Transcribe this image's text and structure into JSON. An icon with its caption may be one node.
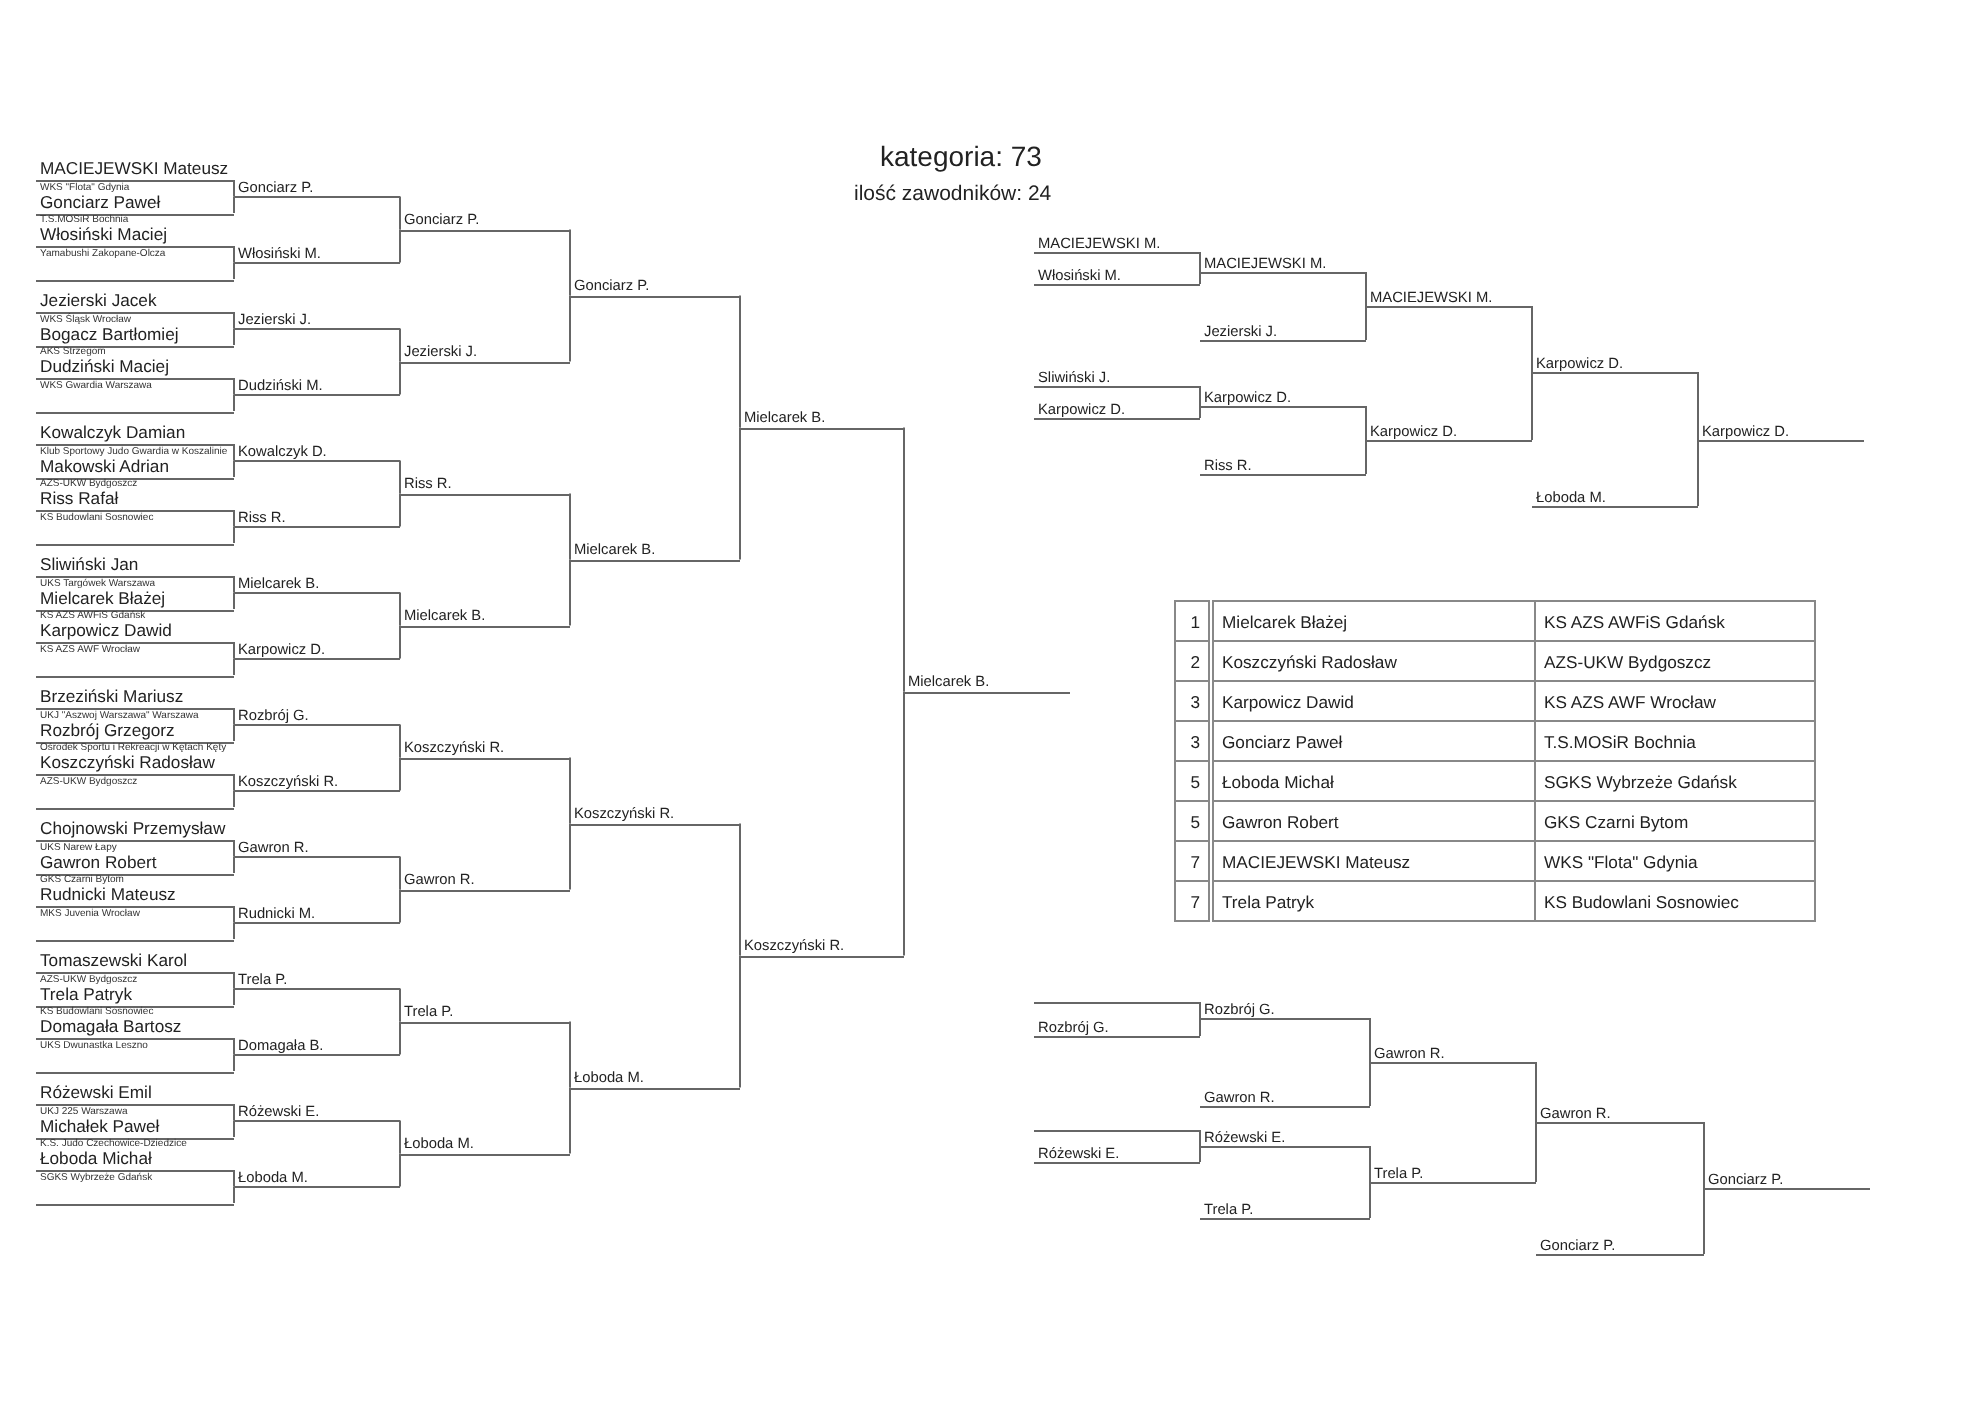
{
  "diagram": {
    "title": "kategoria: 73",
    "nodes": [
      {
        "text": [
          "MACIEJEWSKI Mateusz"
        ],
        "beside": [
          "WKS \"Flota\" Gdynia"
        ]
      },
      {
        "text": [
          "Gonciarz Paweł"
        ],
        "beside": [
          "T.S.MOSiR Bochnia"
        ]
      },
      {
        "text": [
          "Włosiński Maciej"
        ],
        "beside": [
          "Yamabushi Zakopane-Olcza"
        ]
      },
      {
        "text": [
          "Jezierski Jacek"
        ],
        "beside": [
          "WKS Śląsk Wrocław"
        ]
      },
      {
        "text": [
          "Bogacz Bartłomiej"
        ],
        "beside": [
          "AKS Strzegom"
        ]
      },
      {
        "text": [
          "Dudziński Maciej"
        ],
        "beside": [
          "WKS Gwardia Warszawa"
        ]
      },
      {
        "text": [
          "Kowalczyk Damian"
        ],
        "beside": [
          "Klub Sportowy Judo Gwardia w Koszalinie"
        ]
      },
      {
        "text": [
          "Makowski Adrian"
        ],
        "beside": [
          "AZS-UKW Bydgoszcz"
        ]
      },
      {
        "text": [
          "Riss Rafał"
        ],
        "beside": [
          "KS Budowlani Sosnowiec"
        ]
      },
      {
        "text": [
          "Sliwiński Jan"
        ],
        "beside": [
          "UKS Targówek Warszawa"
        ]
      },
      {
        "text": [
          "Mielcarek Błażej"
        ],
        "beside": [
          "KS AZS AWFiS Gdańsk"
        ]
      },
      {
        "text": [
          "Karpowicz Dawid"
        ],
        "beside": [
          "KS AZS AWF Wrocław"
        ]
      },
      {
        "text": [
          "Brzeziński Mariusz"
        ],
        "beside": [
          "UKJ \"Aszwoj Warszawa\" Warszawa"
        ]
      },
      {
        "text": [
          "Rozbrój Grzegorz"
        ],
        "beside": [
          "Ośrodek Sportu i Rekreacji w Kętach Kęty"
        ]
      },
      {
        "text": [
          "Koszczyński Radosław"
        ],
        "beside": [
          "AZS-UKW Bydgoszcz"
        ]
      },
      {
        "text": [
          "Chojnowski Przemysław"
        ],
        "beside": [
          "UKS Narew Łapy"
        ]
      },
      {
        "text": [
          "Gawron Robert"
        ],
        "beside": [
          "GKS Czarni Bytom"
        ]
      },
      {
        "text": [
          "Rudnicki Mateusz"
        ],
        "beside": [
          "MKS Juvenia Wrocław"
        ]
      },
      {
        "text": [
          "Tomaszewski Karol"
        ],
        "beside": [
          "AZS-UKW Bydgoszcz"
        ]
      },
      {
        "text": [
          "Trela Patryk"
        ],
        "beside": [
          "KS Budowlani Sosnowiec"
        ]
      },
      {
        "text": [
          "Domagała Bartosz"
        ],
        "beside": [
          "UKS Dwunastka Leszno"
        ]
      },
      {
        "text": [
          "Różewski Emil"
        ],
        "beside": [
          "UKJ 225 Warszawa"
        ]
      },
      {
        "text": [
          "Michałek Paweł"
        ],
        "beside": [
          "K.S. Judo Czechowice-Dziedzice"
        ]
      },
      {
        "text": [
          "Łoboda Michał"
        ],
        "beside": [
          "SGKS Wybrzeże Gdańsk"
        ]
      },
      {
        "text": [
          "Gonciarz P."
        ]
      },
      {
        "text": [
          "Włosiński M."
        ]
      },
      {
        "text": [
          "Jezierski J."
        ]
      },
      {
        "text": [
          "Dudziński M."
        ]
      },
      {
        "text": [
          "Kowalczyk D."
        ]
      },
      {
        "text": [
          "Riss R."
        ]
      },
      {
        "text": [
          "Mielcarek B."
        ]
      },
      {
        "text": [
          "Karpowicz D."
        ]
      },
      {
        "text": [
          "Rozbrój G."
        ]
      },
      {
        "text": [
          "Koszczyński R."
        ]
      },
      {
        "text": [
          "Gawron R."
        ]
      },
      {
        "text": [
          "Rudnicki M."
        ]
      },
      {
        "text": [
          "Trela P."
        ]
      },
      {
        "text": [
          "Domagała B."
        ]
      },
      {
        "text": [
          "Różewski E."
        ]
      },
      {
        "text": [
          "Łoboda M."
        ]
      },
      {
        "text": [
          "Gonciarz P."
        ]
      },
      {
        "text": [
          "Jezierski J."
        ]
      },
      {
        "text": [
          "Riss R."
        ]
      },
      {
        "text": [
          "Mielcarek B."
        ]
      },
      {
        "text": [
          "Koszczyński R."
        ]
      },
      {
        "text": [
          "Gawron R."
        ]
      },
      {
        "text": [
          "Trela P."
        ]
      },
      {
        "text": [
          "Łoboda M."
        ]
      },
      {
        "text": [
          "Gonciarz P."
        ]
      },
      {
        "text": [
          "Mielcarek B."
        ]
      },
      {
        "text": [
          "Koszczyński R."
        ]
      },
      {
        "text": [
          "Łoboda M."
        ]
      },
      {
        "text": [
          "Mielcarek B."
        ]
      },
      {
        "text": [
          "Koszczyński R."
        ]
      },
      {
        "text": [
          "Mielcarek B."
        ]
      },
      {
        "text": [
          "MACIEJEWSKI M."
        ]
      },
      {
        "text": [
          "Włosiński M."
        ]
      },
      {
        "text": [
          "MACIEJEWSKI M."
        ]
      },
      {
        "text": [
          "Jezierski J."
        ]
      },
      {
        "text": [
          "MACIEJEWSKI M."
        ]
      },
      {
        "text": [
          "Sliwiński J."
        ]
      },
      {
        "text": [
          "Karpowicz D."
        ]
      },
      {
        "text": [
          "Karpowicz D."
        ]
      },
      {
        "text": [
          "Riss R."
        ]
      },
      {
        "text": [
          "Karpowicz D."
        ]
      },
      {
        "text": [
          "Karpowicz D."
        ]
      },
      {
        "text": [
          "Łoboda M."
        ]
      },
      {
        "text": [
          "Karpowicz D."
        ]
      },
      {
        "text": [
          "Rozbrój G."
        ]
      },
      {
        "text": [
          "Rozbrój G."
        ]
      },
      {
        "text": [
          "Gawron R."
        ]
      },
      {
        "text": [
          "Gawron R."
        ]
      },
      {
        "text": [
          "Różewski E."
        ]
      },
      {
        "text": [
          "Różewski E."
        ]
      },
      {
        "text": [
          "Trela P."
        ]
      },
      {
        "text": [
          "Trela P."
        ]
      },
      {
        "text": [
          "Gawron R."
        ]
      },
      {
        "text": [
          "Gonciarz P."
        ]
      },
      {
        "text": [
          "Gonciarz P."
        ]
      },
      {
        "text": [],
        "shape": "bar"
      },
      {
        "text": [],
        "shape": "bar"
      },
      {
        "text": [],
        "shape": "bar"
      },
      {
        "text": [],
        "shape": "bar"
      },
      {
        "text": [],
        "shape": "bar"
      },
      {
        "text": [],
        "shape": "bar"
      },
      {
        "text": [],
        "shape": "bar"
      },
      {
        "text": [],
        "shape": "bar"
      },
      {
        "text": [],
        "shape": "bar"
      },
      {
        "text": [],
        "shape": "bar"
      }
    ],
    "edges": [
      {
        "from": 0,
        "to": 24,
        "arrow": "none"
      },
      {
        "from": 1,
        "to": 24,
        "arrow": "none"
      },
      {
        "from": 2,
        "to": 25,
        "arrow": "none"
      },
      {
        "from": 3,
        "to": 26,
        "arrow": "none"
      },
      {
        "from": 4,
        "to": 26,
        "arrow": "none"
      },
      {
        "from": 5,
        "to": 27,
        "arrow": "none"
      },
      {
        "from": 6,
        "to": 28,
        "arrow": "none"
      },
      {
        "from": 7,
        "to": 28,
        "arrow": "none"
      },
      {
        "from": 8,
        "to": 29,
        "arrow": "none"
      },
      {
        "from": 9,
        "to": 30,
        "arrow": "none"
      },
      {
        "from": 10,
        "to": 30,
        "arrow": "none"
      },
      {
        "from": 11,
        "to": 31,
        "arrow": "none"
      },
      {
        "from": 12,
        "to": 32,
        "arrow": "none"
      },
      {
        "from": 13,
        "to": 32,
        "arrow": "none"
      },
      {
        "from": 14,
        "to": 33,
        "arrow": "none"
      },
      {
        "from": 15,
        "to": 34,
        "arrow": "none"
      },
      {
        "from": 16,
        "to": 34,
        "arrow": "none"
      },
      {
        "from": 17,
        "to": 35,
        "arrow": "none"
      },
      {
        "from": 18,
        "to": 36,
        "arrow": "none"
      },
      {
        "from": 19,
        "to": 36,
        "arrow": "none"
      },
      {
        "from": 20,
        "to": 37,
        "arrow": "none"
      },
      {
        "from": 21,
        "to": 38,
        "arrow": "none"
      },
      {
        "from": 22,
        "to": 38,
        "arrow": "none"
      },
      {
        "from": 23,
        "to": 39,
        "arrow": "none"
      },
      {
        "from": 24,
        "to": 40,
        "arrow": "none"
      },
      {
        "from": 25,
        "to": 40,
        "arrow": "none"
      },
      {
        "from": 26,
        "to": 41,
        "arrow": "none"
      },
      {
        "from": 27,
        "to": 41,
        "arrow": "none"
      },
      {
        "from": 28,
        "to": 42,
        "arrow": "none"
      },
      {
        "from": 29,
        "to": 42,
        "arrow": "none"
      },
      {
        "from": 30,
        "to": 43,
        "arrow": "none"
      },
      {
        "from": 31,
        "to": 43,
        "arrow": "none"
      },
      {
        "from": 32,
        "to": 44,
        "arrow": "none"
      },
      {
        "from": 33,
        "to": 44,
        "arrow": "none"
      },
      {
        "from": 34,
        "to": 45,
        "arrow": "none"
      },
      {
        "from": 35,
        "to": 45,
        "arrow": "none"
      },
      {
        "from": 36,
        "to": 46,
        "arrow": "none"
      },
      {
        "from": 37,
        "to": 46,
        "arrow": "none"
      },
      {
        "from": 38,
        "to": 47,
        "arrow": "none"
      },
      {
        "from": 39,
        "to": 47,
        "arrow": "none"
      },
      {
        "from": 40,
        "to": 48,
        "arrow": "none"
      },
      {
        "from": 41,
        "to": 48,
        "arrow": "none"
      },
      {
        "from": 42,
        "to": 49,
        "arrow": "none"
      },
      {
        "from": 43,
        "to": 49,
        "arrow": "none"
      },
      {
        "from": 44,
        "to": 50,
        "arrow": "none"
      },
      {
        "from": 45,
        "to": 50,
        "arrow": "none"
      },
      {
        "from": 46,
        "to": 51,
        "arrow": "none"
      },
      {
        "from": 47,
        "to": 51,
        "arrow": "none"
      },
      {
        "from": 48,
        "to": 52,
        "arrow": "none"
      },
      {
        "from": 49,
        "to": 52,
        "arrow": "none"
      },
      {
        "from": 50,
        "to": 53,
        "arrow": "none"
      },
      {
        "from": 51,
        "to": 53,
        "arrow": "none"
      },
      {
        "from": 52,
        "to": 54,
        "arrow": "none"
      },
      {
        "from": 53,
        "to": 54,
        "arrow": "none"
      },
      {
        "from": 55,
        "to": 57,
        "arrow": "none"
      },
      {
        "from": 56,
        "to": 57,
        "arrow": "none"
      },
      {
        "from": 57,
        "to": 59,
        "arrow": "none"
      },
      {
        "from": 58,
        "to": 59,
        "arrow": "none"
      },
      {
        "from": 60,
        "to": 62,
        "arrow": "none"
      },
      {
        "from": 61,
        "to": 62,
        "arrow": "none"
      },
      {
        "from": 62,
        "to": 64,
        "arrow": "none"
      },
      {
        "from": 63,
        "to": 64,
        "arrow": "none"
      },
      {
        "from": 59,
        "to": 65,
        "arrow": "none"
      },
      {
        "from": 64,
        "to": 65,
        "arrow": "none"
      },
      {
        "from": 65,
        "to": 67,
        "arrow": "none"
      },
      {
        "from": 66,
        "to": 67,
        "arrow": "none"
      },
      {
        "from": 68,
        "to": 69,
        "arrow": "none"
      },
      {
        "from": 69,
        "to": 71,
        "arrow": "none"
      },
      {
        "from": 70,
        "to": 71,
        "arrow": "none"
      },
      {
        "from": 72,
        "to": 73,
        "arrow": "none"
      },
      {
        "from": 73,
        "to": 75,
        "arrow": "none"
      },
      {
        "from": 74,
        "to": 75,
        "arrow": "none"
      },
      {
        "from": 71,
        "to": 76,
        "arrow": "none"
      },
      {
        "from": 75,
        "to": 76,
        "arrow": "none"
      },
      {
        "from": 76,
        "to": 78,
        "arrow": "none"
      },
      {
        "from": 77,
        "to": 78,
        "arrow": "none"
      },
      {
        "from": 79,
        "to": 25,
        "arrow": "none"
      },
      {
        "from": 80,
        "to": 27,
        "arrow": "none"
      },
      {
        "from": 81,
        "to": 29,
        "arrow": "none"
      },
      {
        "from": 82,
        "to": 31,
        "arrow": "none"
      },
      {
        "from": 83,
        "to": 33,
        "arrow": "none"
      },
      {
        "from": 84,
        "to": 35,
        "arrow": "none"
      },
      {
        "from": 85,
        "to": 37,
        "arrow": "none"
      },
      {
        "from": 86,
        "to": 39,
        "arrow": "none"
      },
      {
        "from": 87,
        "to": 69,
        "arrow": "none"
      },
      {
        "from": 88,
        "to": 73,
        "arrow": "none"
      }
    ],
    "labels": [
      "ilość zawodników: 24",
      "1",
      "Mielcarek Błażej",
      "KS AZS AWFiS Gdańsk",
      "2",
      "Koszczyński Radosław",
      "AZS-UKW Bydgoszcz",
      "3",
      "Karpowicz Dawid",
      "KS AZS AWF Wrocław",
      "3",
      "Gonciarz Paweł",
      "T.S.MOSiR Bochnia",
      "5",
      "Łoboda Michał",
      "SGKS Wybrzeże Gdańsk",
      "5",
      "Gawron Robert",
      "GKS Czarni Bytom",
      "7",
      "MACIEJEWSKI Mateusz",
      "WKS \"Flota\"  Gdynia",
      "7",
      "Trela Patryk",
      "KS Budowlani Sosnowiec"
    ]
  }
}
